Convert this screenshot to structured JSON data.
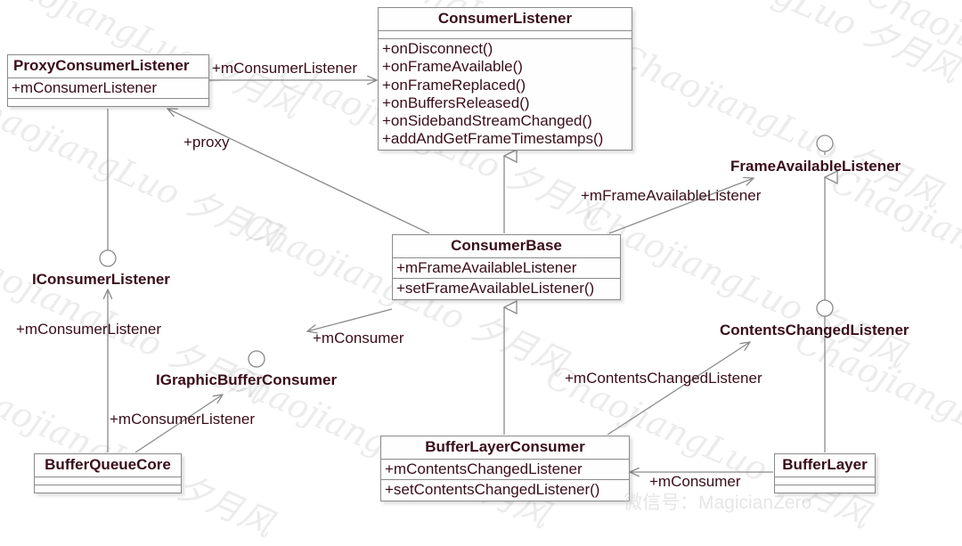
{
  "classes": {
    "consumer_listener": {
      "name": "ConsumerListener",
      "attributes": [],
      "methods": [
        "+onDisconnect()",
        "+onFrameAvailable()",
        "+onFrameReplaced()",
        "+onBuffersReleased()",
        "+onSidebandStreamChanged()",
        "+addAndGetFrameTimestamps()"
      ]
    },
    "proxy_consumer_listener": {
      "name": "ProxyConsumerListener",
      "attributes": [
        "+mConsumerListener"
      ],
      "methods": []
    },
    "consumer_base": {
      "name": "ConsumerBase",
      "attributes": [
        "+mFrameAvailableListener"
      ],
      "methods": [
        "+setFrameAvailableListener()"
      ]
    },
    "buffer_layer_consumer": {
      "name": "BufferLayerConsumer",
      "attributes": [
        "+mContentsChangedListener"
      ],
      "methods": [
        "+setContentsChangedListener()"
      ]
    },
    "buffer_queue_core": {
      "name": "BufferQueueCore",
      "attributes": [],
      "methods": []
    },
    "buffer_layer": {
      "name": "BufferLayer",
      "attributes": [],
      "methods": []
    }
  },
  "interfaces": {
    "frame_available_listener": "FrameAvailableListener",
    "iconsumer_listener": "IConsumerListener",
    "contents_changed_listener": "ContentsChangedListener",
    "igraphic_buffer_consumer": "IGraphicBufferConsumer"
  },
  "associations": {
    "proxy_to_consumer_listener": "+mConsumerListener",
    "consumer_base_to_proxy": "+proxy",
    "consumer_base_to_frame_available": "+mFrameAvailableListener",
    "consumer_base_to_igraphic": "+mConsumer",
    "queue_core_to_iconsumer": "+mConsumerListener",
    "queue_core_to_igraphic": "+mConsumerListener",
    "blc_to_contents_changed": "+mContentsChangedListener",
    "buffer_layer_to_blc": "+mConsumer"
  },
  "watermark": {
    "text": "ChaojiangLuo 夕月风",
    "corner_text": "微信号：MagicianZero"
  },
  "colors": {
    "text": "#3a0d1a",
    "line": "#8a8a8a"
  }
}
